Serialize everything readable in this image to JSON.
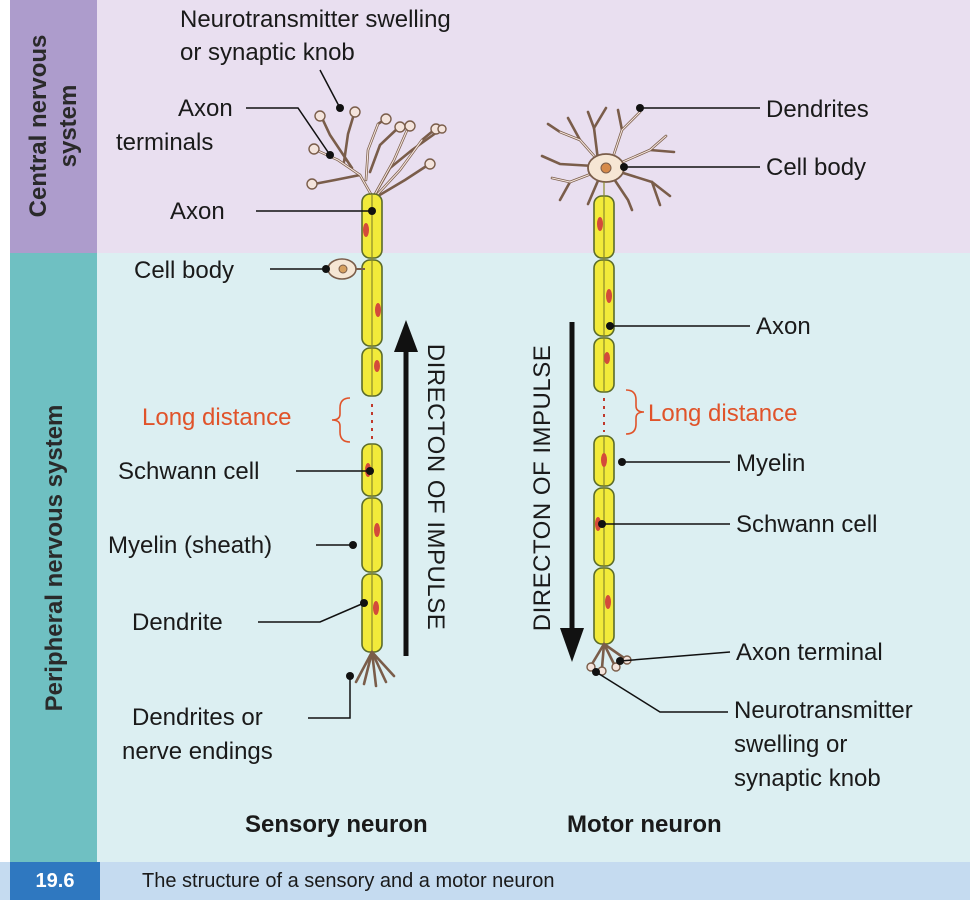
{
  "regions": {
    "central": "Central nervous system",
    "central_lines": [
      "Central nervous",
      "system"
    ],
    "peripheral": "Peripheral nervous system"
  },
  "colors": {
    "central_bg": "#e9dff0",
    "central_side": "#ad9ccc",
    "peripheral_bg": "#dceff2",
    "peripheral_side": "#6fc0c2",
    "myelin": "#f2ea3a",
    "label_accent": "#e0532a",
    "caption_accent": "#2f78c0",
    "caption_bg": "#c5dbf0"
  },
  "sensory": {
    "title": "Sensory neuron",
    "knob_label": [
      "Neurotransmitter swelling",
      "or synaptic knob"
    ],
    "axon_terminals": [
      "Axon",
      "terminals"
    ],
    "axon": "Axon",
    "cell_body": "Cell body",
    "long_distance": "Long distance",
    "schwann_cell": "Schwann cell",
    "myelin": "Myelin (sheath)",
    "dendrite": "Dendrite",
    "dendrites_endings": [
      "Dendrites or",
      "nerve endings"
    ],
    "arrow_label": "DIRECTON OF IMPULSE"
  },
  "motor": {
    "title": "Motor neuron",
    "dendrites": "Dendrites",
    "cell_body": "Cell body",
    "axon": "Axon",
    "long_distance": "Long distance",
    "myelin": "Myelin",
    "schwann_cell": "Schwann cell",
    "axon_terminal": "Axon terminal",
    "knob_label": [
      "Neurotransmitter",
      "swelling or",
      "synaptic knob"
    ],
    "arrow_label": "DIRECTON OF IMPULSE"
  },
  "caption": {
    "number": "19.6",
    "text": "The structure of a sensory and a motor neuron"
  }
}
